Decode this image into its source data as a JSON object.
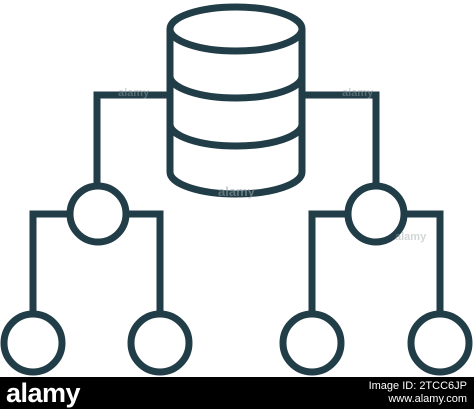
{
  "colors": {
    "stroke": "#213d47",
    "background": "#ffffff",
    "footer_bg": "#000000",
    "footer_text": "#ffffff"
  },
  "icon": {
    "name": "database-network-icon",
    "parts": [
      "database-cylinder",
      "connector-lines",
      "branch-nodes",
      "leaf-nodes"
    ]
  },
  "footer": {
    "brand": "alamy",
    "image_id": "Image ID: 2TCC6JP\nwww.alamy.com"
  },
  "watermark": {
    "text": "alamy"
  }
}
